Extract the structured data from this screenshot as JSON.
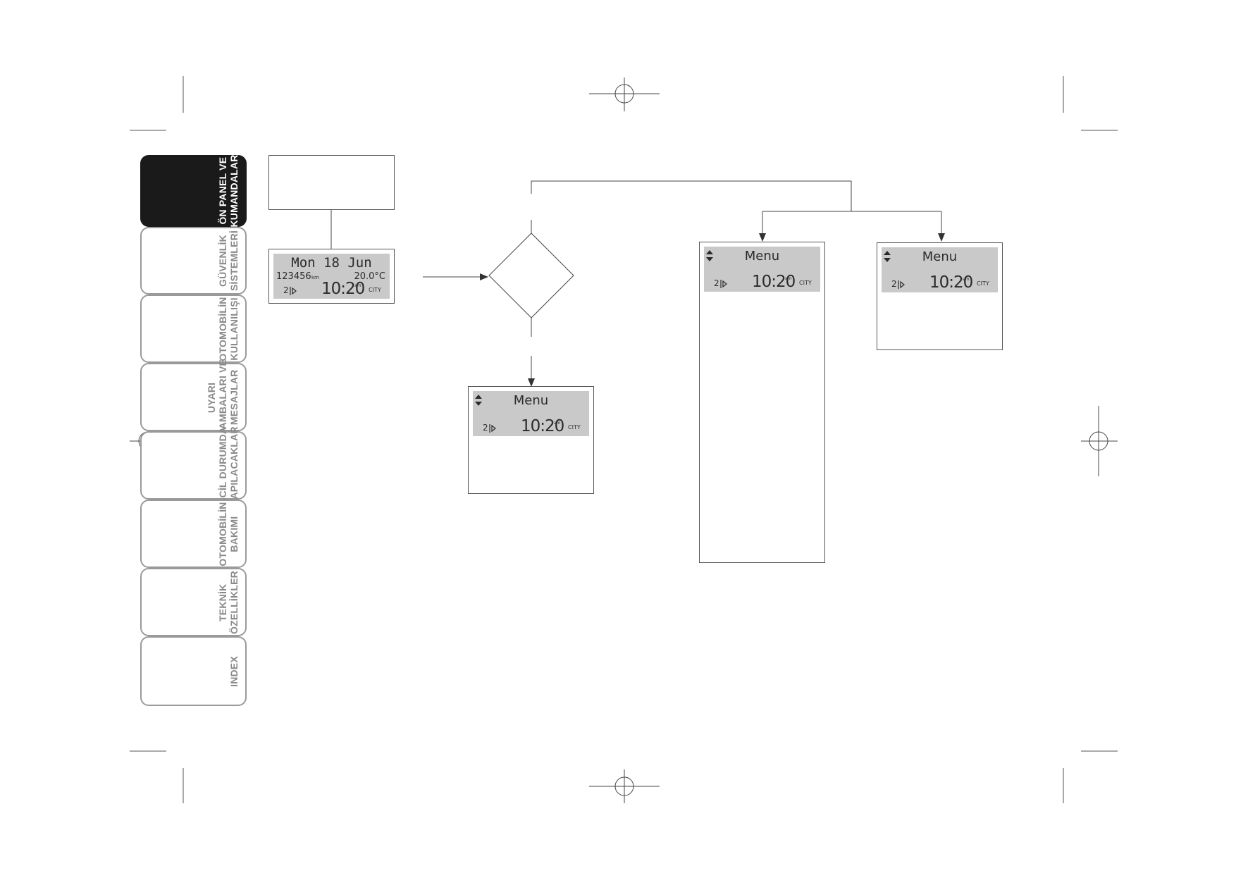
{
  "tabs": [
    {
      "label": "ÖN PANEL VE\nKUMANDALAR",
      "active": true
    },
    {
      "label": "GÜVENLİK\nSİSTEMLERİ",
      "active": false
    },
    {
      "label": "OTOMOBİLİN\nKULLANILIŞI",
      "active": false
    },
    {
      "label": "UYARI\nLAMBALARI VE\nMESAJLAR",
      "active": false
    },
    {
      "label": "ACİL DURUMDA\nYAPILACAKLAR",
      "active": false
    },
    {
      "label": "OTOMOBİLİN\nBAKIMI",
      "active": false
    },
    {
      "label": "TEKNİK\nÖZELLİKLER",
      "active": false
    },
    {
      "label": "INDEX",
      "active": false
    }
  ],
  "main_display": {
    "date": "Mon 18 Jun",
    "odometer": "123456",
    "odometer_unit": "km",
    "temperature": "20.0°C",
    "gear": "2",
    "time": "10:20",
    "ampm": "am",
    "mode": "CITY"
  },
  "menu_display": {
    "title": "Menu",
    "gear": "2",
    "time": "10:20",
    "ampm": "am",
    "mode": "CITY"
  },
  "colors": {
    "active_tab": "#1a1a1a",
    "inactive_tab_text": "#8a8a8a",
    "lcd_background": "#c9c9c9",
    "line": "#555555"
  }
}
